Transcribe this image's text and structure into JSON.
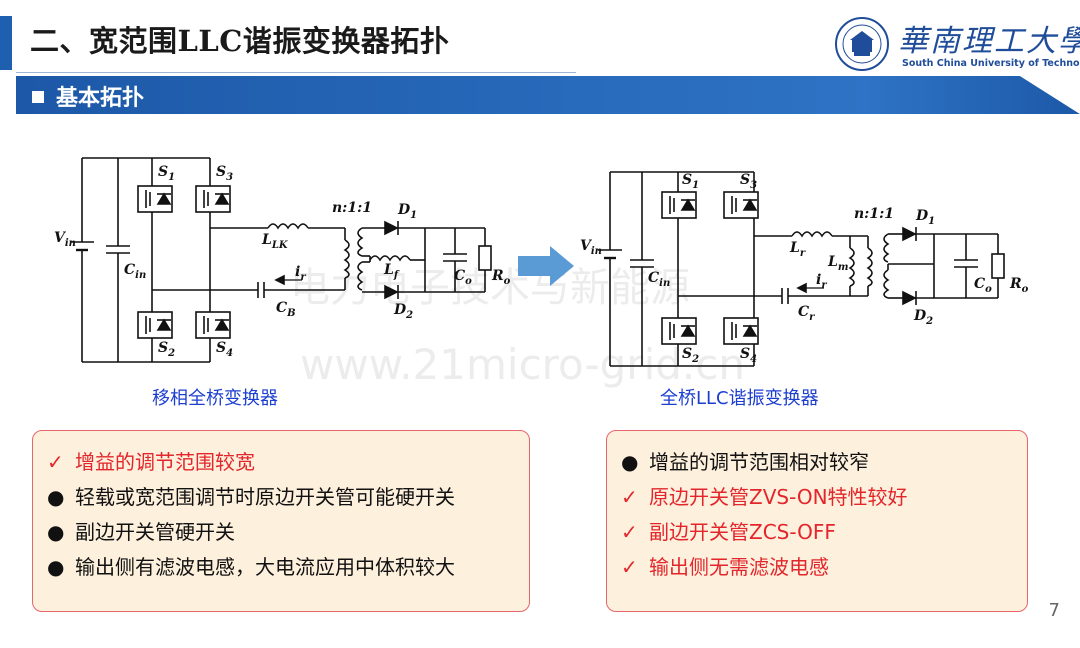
{
  "header": {
    "title": "二、宽范围LLC谐振变换器拓扑",
    "section": "基本拓扑"
  },
  "logo": {
    "cn_name": "華南理工大學",
    "en_name": "South China University of Technology"
  },
  "watermark": {
    "line1": "电力电子技术与新能源",
    "line2": "www.21micro-grid.cn"
  },
  "left_circuit": {
    "caption": "移相全桥变换器",
    "labels": {
      "vin": "V",
      "vin_sub": "in",
      "cin": "C",
      "cin_sub": "in",
      "s1": "S",
      "s1_sub": "1",
      "s2": "S",
      "s2_sub": "2",
      "s3": "S",
      "s3_sub": "3",
      "s4": "S",
      "s4_sub": "4",
      "llk": "L",
      "llk_sub": "LK",
      "ir": "i",
      "ir_sub": "r",
      "cb": "C",
      "cb_sub": "B",
      "ratio": "n:1:1",
      "d1": "D",
      "d1_sub": "1",
      "d2": "D",
      "d2_sub": "2",
      "lf": "L",
      "lf_sub": "f",
      "co": "C",
      "co_sub": "o",
      "ro": "R",
      "ro_sub": "o"
    }
  },
  "right_circuit": {
    "caption": "全桥LLC谐振变换器",
    "labels": {
      "vin": "V",
      "vin_sub": "in",
      "cin": "C",
      "cin_sub": "in",
      "s1": "S",
      "s1_sub": "1",
      "s2": "S",
      "s2_sub": "2",
      "s3": "S",
      "s3_sub": "3",
      "s4": "S",
      "s4_sub": "4",
      "lr": "L",
      "lr_sub": "r",
      "lm": "L",
      "lm_sub": "m",
      "ir": "i",
      "ir_sub": "r",
      "cr": "C",
      "cr_sub": "r",
      "ratio": "n:1:1",
      "d1": "D",
      "d1_sub": "1",
      "d2": "D",
      "d2_sub": "2",
      "co": "C",
      "co_sub": "o",
      "ro": "R",
      "ro_sub": "o"
    }
  },
  "left_box": {
    "items": [
      {
        "mark": "✓",
        "text": "增益的调节范围较宽",
        "style": "good"
      },
      {
        "mark": "●",
        "text": "轻载或宽范围调节时原边开关管可能硬开关",
        "style": "normal"
      },
      {
        "mark": "●",
        "text": "副边开关管硬开关",
        "style": "normal"
      },
      {
        "mark": "●",
        "text": "输出侧有滤波电感，大电流应用中体积较大",
        "style": "normal"
      }
    ]
  },
  "right_box": {
    "items": [
      {
        "mark": "●",
        "text": "增益的调节范围相对较窄",
        "style": "normal"
      },
      {
        "mark": "✓",
        "text": "原边开关管ZVS-ON特性较好",
        "style": "good"
      },
      {
        "mark": "✓",
        "text": "副边开关管ZCS-OFF",
        "style": "good"
      },
      {
        "mark": "✓",
        "text": "输出侧无需滤波电感",
        "style": "good"
      }
    ]
  },
  "page_number": "7",
  "colors": {
    "accent_blue": "#1f5fb0",
    "check_red": "#e3262b",
    "caption_blue": "#1d3fd0",
    "box_fill": "#fdf0dd",
    "box_border": "#e8656b",
    "arrow_blue": "#5b9bd5"
  },
  "icons": {
    "bullet_check": "check-mark-icon",
    "bullet_dot": "bullet-dot-icon",
    "arrow": "right-arrow-icon"
  }
}
